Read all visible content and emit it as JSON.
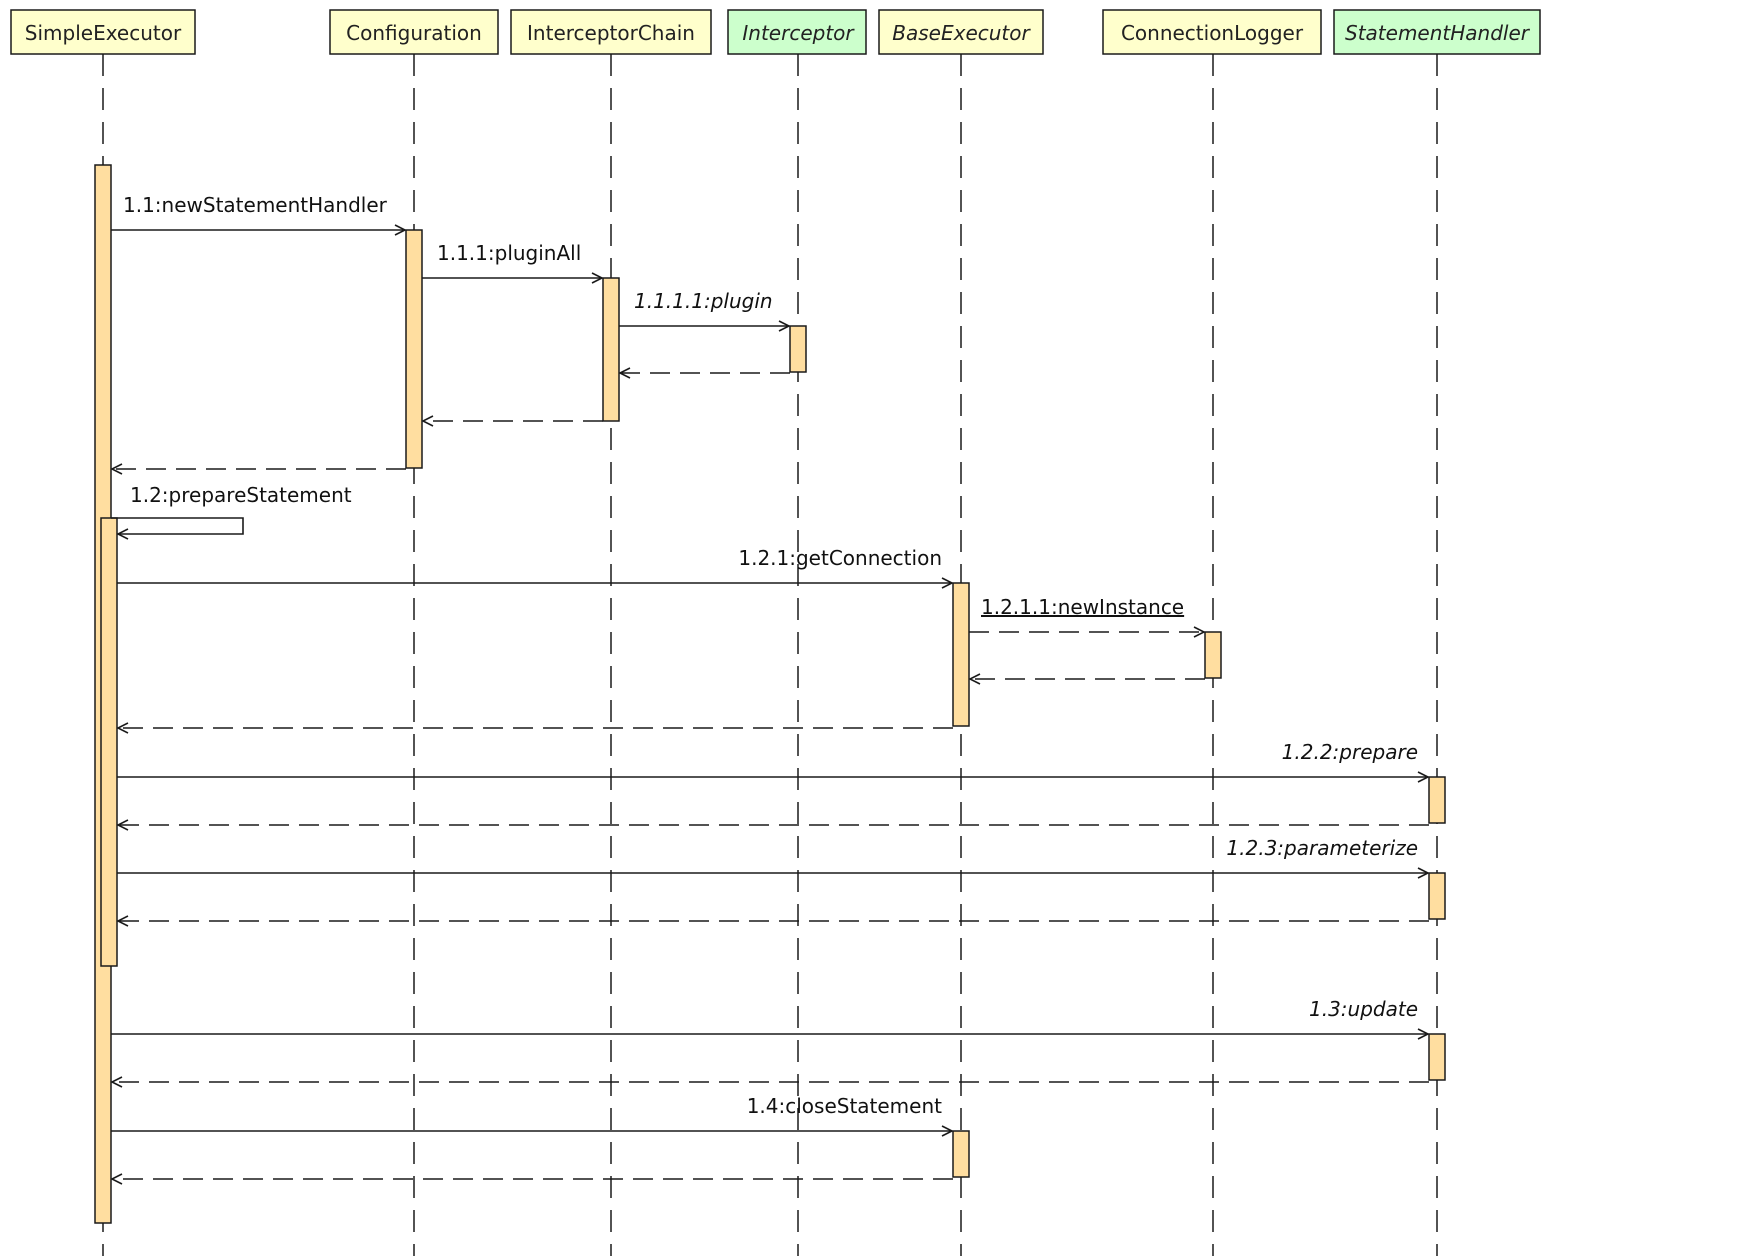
{
  "colors": {
    "class_fill": "#ffffcc",
    "interface_fill": "#ccffcc",
    "activation_fill": "#ffdea0",
    "stroke": "#1a1a1a"
  },
  "participants": [
    {
      "id": "simple-executor",
      "label": "SimpleExecutor",
      "style": "class"
    },
    {
      "id": "configuration",
      "label": "Configuration",
      "style": "class"
    },
    {
      "id": "interceptor-chain",
      "label": "InterceptorChain",
      "style": "class"
    },
    {
      "id": "interceptor",
      "label": "Interceptor",
      "style": "interface"
    },
    {
      "id": "base-executor",
      "label": "BaseExecutor",
      "style": "abstract"
    },
    {
      "id": "connection-logger",
      "label": "ConnectionLogger",
      "style": "class"
    },
    {
      "id": "statement-handler",
      "label": "StatementHandler",
      "style": "interface"
    }
  ],
  "messages": [
    {
      "id": "m-1-1",
      "label": "1.1:newStatementHandler",
      "from": 0,
      "to": 1,
      "style": "normal"
    },
    {
      "id": "m-1-1-1",
      "label": "1.1.1:pluginAll",
      "from": 1,
      "to": 2,
      "style": "normal"
    },
    {
      "id": "m-1-1-1-1",
      "label": "1.1.1.1:plugin",
      "from": 2,
      "to": 3,
      "style": "italic"
    },
    {
      "id": "m-1-2",
      "label": "1.2:prepareStatement",
      "from": 0,
      "to": 0,
      "style": "normal"
    },
    {
      "id": "m-1-2-1",
      "label": "1.2.1:getConnection",
      "from": 0,
      "to": 4,
      "style": "normal"
    },
    {
      "id": "m-1-2-1-1",
      "label": "1.2.1.1:newInstance",
      "from": 4,
      "to": 5,
      "style": "underline"
    },
    {
      "id": "m-1-2-2",
      "label": "1.2.2:prepare",
      "from": 0,
      "to": 6,
      "style": "italic"
    },
    {
      "id": "m-1-2-3",
      "label": "1.2.3:parameterize",
      "from": 0,
      "to": 6,
      "style": "italic"
    },
    {
      "id": "m-1-3",
      "label": "1.3:update",
      "from": 0,
      "to": 6,
      "style": "italic"
    },
    {
      "id": "m-1-4",
      "label": "1.4:closeStatement",
      "from": 0,
      "to": 4,
      "style": "normal"
    }
  ]
}
